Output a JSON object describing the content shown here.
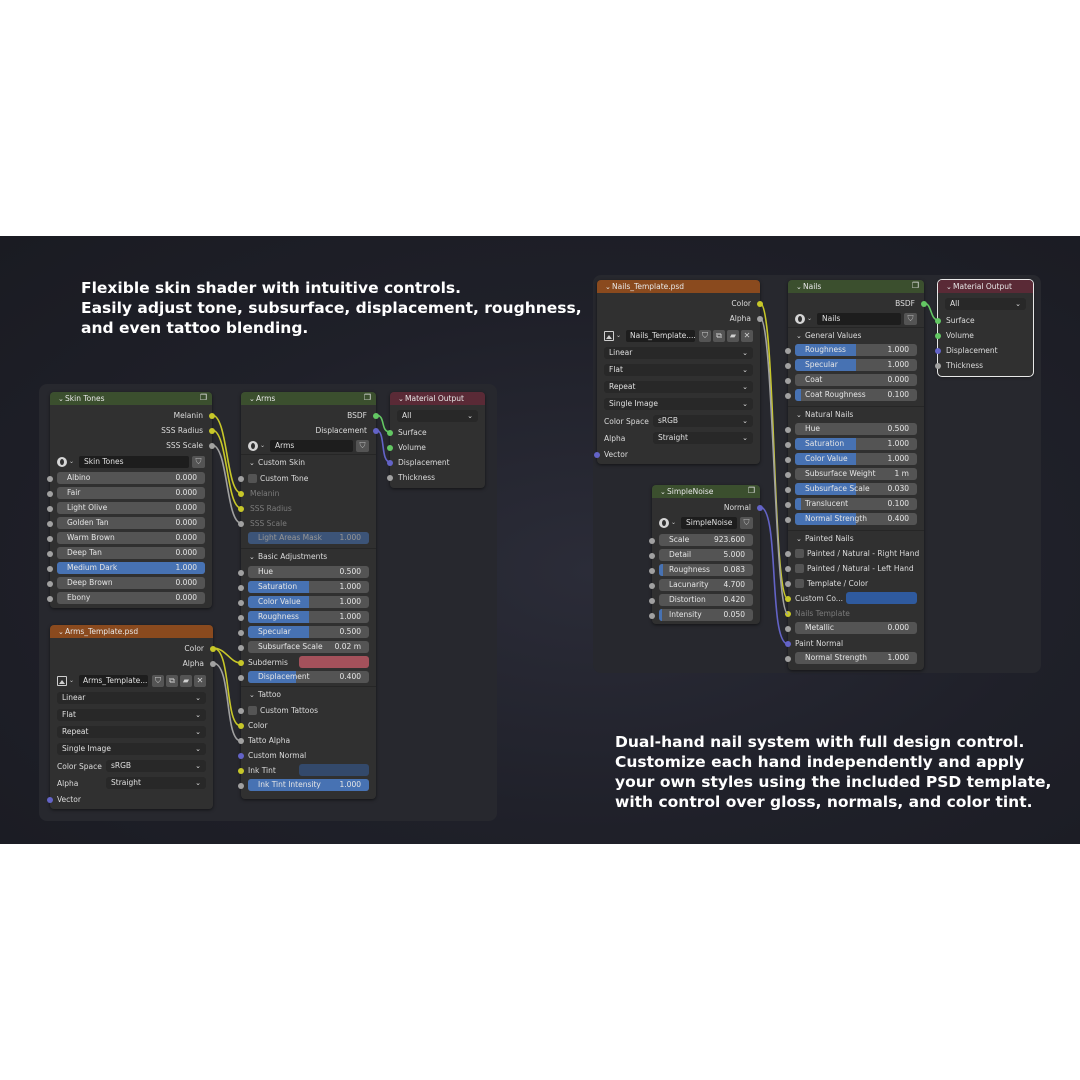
{
  "captions": {
    "top_left": [
      "Flexible skin shader with intuitive controls.",
      "Easily adjust tone, subsurface, displacement, roughness,",
      "and even tattoo blending."
    ],
    "bottom_right": [
      "Dual-hand nail system with full design control.",
      "Customize each hand independently and apply",
      "your own styles using the included PSD template,",
      "with control over gloss, normals, and color tint."
    ]
  },
  "colors": {
    "header_group": "#3b4f2e",
    "header_texture": "#8a4a1e",
    "header_output": "#5a2a36",
    "slider_fill": "#4772b3",
    "socket_color": "#c7c729",
    "socket_float": "#a1a1a1",
    "socket_vector": "#6363c7",
    "socket_shader": "#63c763",
    "subdermis": "#a4515b",
    "ink_tint": "#33496b",
    "custom_color": "#2f5a9e"
  },
  "skin_tones": {
    "title": "Skin Tones",
    "outputs": [
      "Melanin",
      "SSS Radius",
      "SSS Scale"
    ],
    "datablock": "Skin Tones",
    "fields": [
      {
        "label": "Albino",
        "value": "0.000",
        "fill": 0
      },
      {
        "label": "Fair",
        "value": "0.000",
        "fill": 0
      },
      {
        "label": "Light Olive",
        "value": "0.000",
        "fill": 0
      },
      {
        "label": "Golden Tan",
        "value": "0.000",
        "fill": 0
      },
      {
        "label": "Warm Brown",
        "value": "0.000",
        "fill": 0
      },
      {
        "label": "Deep Tan",
        "value": "0.000",
        "fill": 0
      },
      {
        "label": "Medium Dark",
        "value": "1.000",
        "fill": 1
      },
      {
        "label": "Deep Brown",
        "value": "0.000",
        "fill": 0
      },
      {
        "label": "Ebony",
        "value": "0.000",
        "fill": 0
      }
    ]
  },
  "arms": {
    "title": "Arms",
    "outputs": [
      "BSDF",
      "Displacement"
    ],
    "datablock": "Arms",
    "section_custom_skin": "Custom Skin",
    "custom_tone": "Custom Tone",
    "inputs_dim": [
      "Melanin",
      "SSS Radius",
      "SSS Scale"
    ],
    "light_areas_mask": {
      "label": "Light Areas Mask",
      "value": "1.000",
      "fill": 1
    },
    "section_basic": "Basic Adjustments",
    "fields": [
      {
        "label": "Hue",
        "value": "0.500",
        "fill": 0
      },
      {
        "label": "Saturation",
        "value": "1.000",
        "fill": 0.5
      },
      {
        "label": "Color Value",
        "value": "1.000",
        "fill": 0.5
      },
      {
        "label": "Roughness",
        "value": "1.000",
        "fill": 0.5
      },
      {
        "label": "Specular",
        "value": "0.500",
        "fill": 0.5
      },
      {
        "label": "Subsurface Scale",
        "value": "0.02 m",
        "fill": 0
      }
    ],
    "subdermis": "Subdermis",
    "displacement": {
      "label": "Displacement",
      "value": "0.400",
      "fill": 0.4
    },
    "section_tattoo": "Tattoo",
    "custom_tattoos": "Custom Tattoos",
    "tattoo_inputs": [
      "Color",
      "Tatto Alpha",
      "Custom Normal"
    ],
    "ink_tint": "Ink Tint",
    "ink_tint_intensity": {
      "label": "Ink Tint Intensity",
      "value": "1.000",
      "fill": 1
    }
  },
  "material_output_left": {
    "title": "Material Output",
    "target": "All",
    "inputs": [
      "Surface",
      "Volume",
      "Displacement",
      "Thickness"
    ]
  },
  "arms_template": {
    "title": "Arms_Template.psd",
    "outputs": [
      "Color",
      "Alpha"
    ],
    "image_name": "Arms_Template....",
    "dropdowns": [
      "Linear",
      "Flat",
      "Repeat",
      "Single Image"
    ],
    "color_space": {
      "label": "Color Space",
      "value": "sRGB"
    },
    "alpha": {
      "label": "Alpha",
      "value": "Straight"
    },
    "vector": "Vector"
  },
  "nails_template": {
    "title": "Nails_Template.psd",
    "outputs": [
      "Color",
      "Alpha"
    ],
    "image_name": "Nails_Template....",
    "dropdowns": [
      "Linear",
      "Flat",
      "Repeat",
      "Single Image"
    ],
    "color_space": {
      "label": "Color Space",
      "value": "sRGB"
    },
    "alpha": {
      "label": "Alpha",
      "value": "Straight"
    },
    "vector": "Vector"
  },
  "simple_noise": {
    "title": "SimpleNoise",
    "outputs": [
      "Normal"
    ],
    "datablock": "SimpleNoise",
    "fields": [
      {
        "label": "Scale",
        "value": "923.600",
        "fill": 0
      },
      {
        "label": "Detail",
        "value": "5.000",
        "fill": 0
      },
      {
        "label": "Roughness",
        "value": "0.083",
        "fill": 0.04
      },
      {
        "label": "Lacunarity",
        "value": "4.700",
        "fill": 0
      },
      {
        "label": "Distortion",
        "value": "0.420",
        "fill": 0
      },
      {
        "label": "Intensity",
        "value": "0.050",
        "fill": 0.03
      }
    ]
  },
  "nails": {
    "title": "Nails",
    "outputs": [
      "BSDF"
    ],
    "datablock": "Nails",
    "section_general": "General Values",
    "general": [
      {
        "label": "Roughness",
        "value": "1.000",
        "fill": 0.5
      },
      {
        "label": "Specular",
        "value": "1.000",
        "fill": 0.5
      },
      {
        "label": "Coat",
        "value": "0.000",
        "fill": 0
      },
      {
        "label": "Coat Roughness",
        "value": "0.100",
        "fill": 0.05
      }
    ],
    "section_natural": "Natural Nails",
    "natural": [
      {
        "label": "Hue",
        "value": "0.500",
        "fill": 0
      },
      {
        "label": "Saturation",
        "value": "1.000",
        "fill": 0.5
      },
      {
        "label": "Color Value",
        "value": "1.000",
        "fill": 0.5
      },
      {
        "label": "Subsurface Weight",
        "value": "1 m",
        "fill": 0
      },
      {
        "label": "Subsurface Scale",
        "value": "0.030",
        "fill": 0.5
      },
      {
        "label": "Translucent",
        "value": "0.100",
        "fill": 0.05
      },
      {
        "label": "Normal Strength",
        "value": "0.400",
        "fill": 0.5
      }
    ],
    "section_painted": "Painted Nails",
    "checkboxes": [
      "Painted / Natural - Right Hand",
      "Painted / Natural - Left Hand",
      "Template / Color"
    ],
    "custom_color": "Custom Co...",
    "nails_template": "Nails Template",
    "metallic": {
      "label": "Metallic",
      "value": "0.000",
      "fill": 0
    },
    "paint_normal": "Paint Normal",
    "normal_strength": {
      "label": "Normal Strength",
      "value": "1.000",
      "fill": 0
    }
  },
  "material_output_right": {
    "title": "Material Output",
    "target": "All",
    "inputs": [
      "Surface",
      "Volume",
      "Displacement",
      "Thickness"
    ]
  }
}
